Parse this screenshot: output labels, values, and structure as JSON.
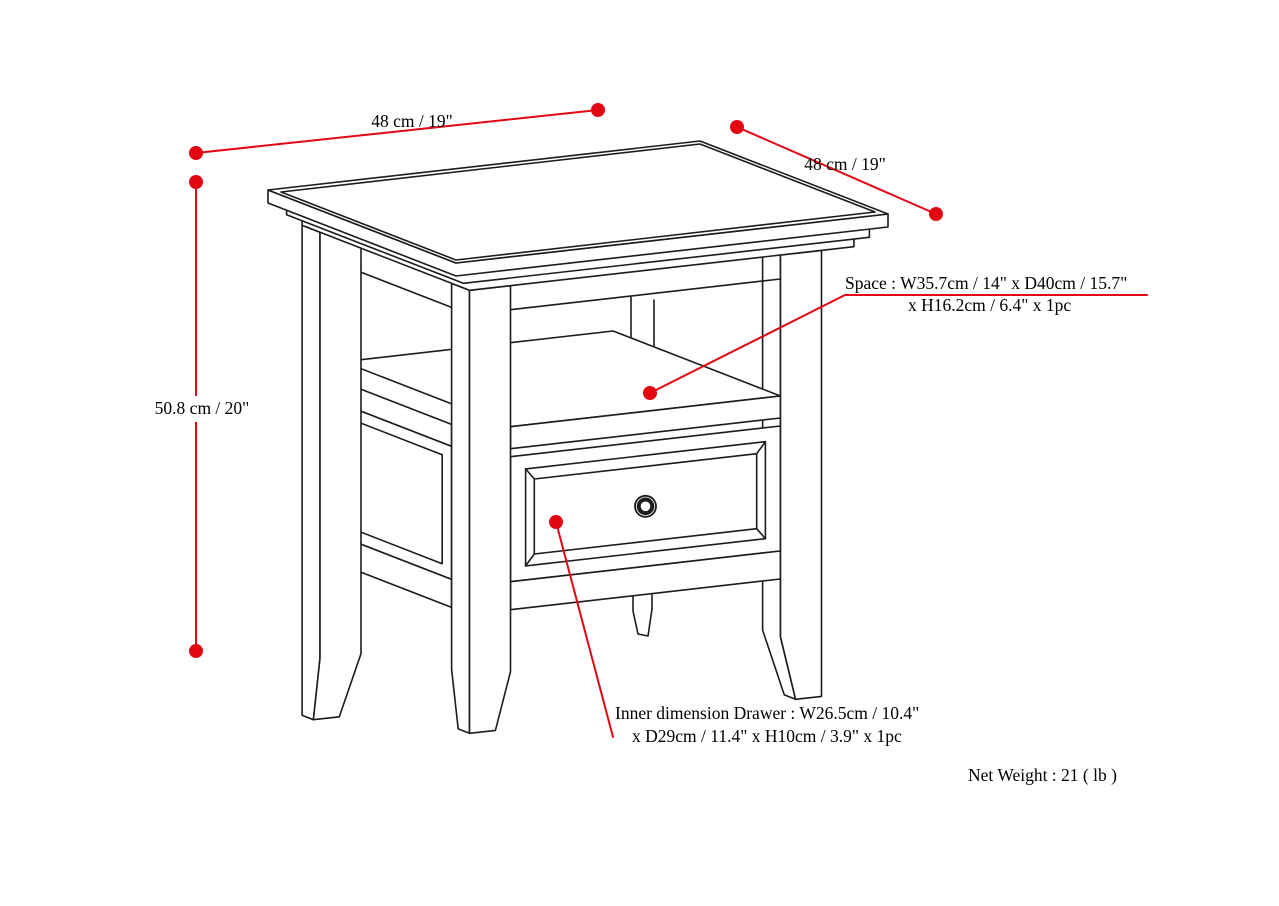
{
  "colors": {
    "red": "#e30613",
    "ink": "#1c1c1c",
    "bg": "#ffffff"
  },
  "labels": {
    "top_width": "48 cm / 19\"",
    "top_depth": "48 cm / 19\"",
    "height": "50.8 cm / 20\"",
    "space_line1": "Space : W35.7cm / 14\" x D40cm / 15.7\"",
    "space_line2": "x H16.2cm / 6.4\" x 1pc",
    "drawer_line1": "Inner dimension Drawer : W26.5cm / 10.4\"",
    "drawer_line2": "x D29cm / 11.4\" x H10cm / 3.9\" x 1pc",
    "net_weight": "Net Weight : 21 ( lb )"
  }
}
